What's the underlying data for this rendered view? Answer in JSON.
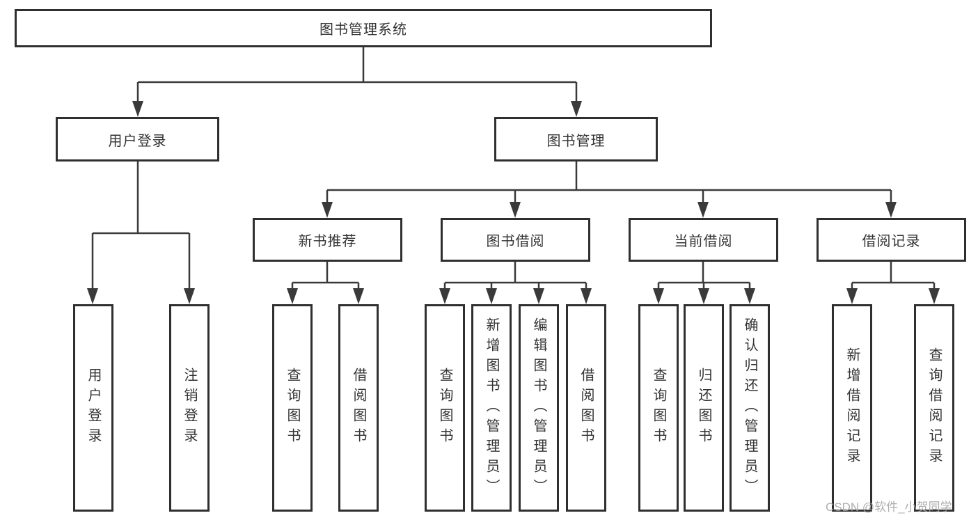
{
  "diagram": {
    "title": "图书管理系统",
    "root": {
      "label": "图书管理系统"
    },
    "level2": [
      {
        "label": "用户登录"
      },
      {
        "label": "图书管理"
      }
    ],
    "level3": [
      {
        "label": "新书推荐",
        "parent": "图书管理"
      },
      {
        "label": "图书借阅",
        "parent": "图书管理"
      },
      {
        "label": "当前借阅",
        "parent": "图书管理"
      },
      {
        "label": "借阅记录",
        "parent": "图书管理"
      }
    ],
    "leaves": [
      {
        "label": "用户登录",
        "parent": "用户登录"
      },
      {
        "label": "注销登录",
        "parent": "用户登录"
      },
      {
        "label": "查询图书",
        "parent": "新书推荐"
      },
      {
        "label": "借阅图书",
        "parent": "新书推荐"
      },
      {
        "label": "查询图书",
        "parent": "图书借阅"
      },
      {
        "label": "新增图书（管理员）",
        "parent": "图书借阅"
      },
      {
        "label": "编辑图书（管理员）",
        "parent": "图书借阅"
      },
      {
        "label": "借阅图书",
        "parent": "图书借阅"
      },
      {
        "label": "查询图书",
        "parent": "当前借阅"
      },
      {
        "label": "归还图书",
        "parent": "当前借阅"
      },
      {
        "label": "确认归还（管理员）",
        "parent": "当前借阅"
      },
      {
        "label": "新增借阅记录",
        "parent": "借阅记录"
      },
      {
        "label": "查询借阅记录",
        "parent": "借阅记录"
      }
    ]
  },
  "watermark": {
    "text": "CSDN @软件_小贺同学"
  },
  "colors": {
    "line": "#3a3a3a",
    "box_border": "#2f2f2f",
    "text": "#333333",
    "watermark": "#a5a5a5",
    "background": "#ffffff"
  }
}
